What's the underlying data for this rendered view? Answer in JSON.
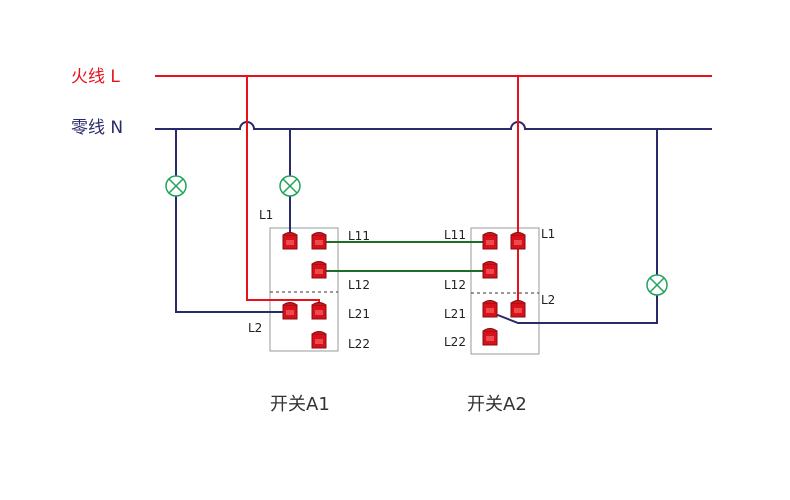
{
  "colors": {
    "live": "#e8111b",
    "neutral": "#2a2a6a",
    "link": "#1e6b2a",
    "lamp": "#1fa35a",
    "terminal": "#d6111a",
    "box": "#9a9a9a",
    "text": "#222222"
  },
  "lines": {
    "live_label": "火线 L",
    "neutral_label": "零线 N"
  },
  "switch_a1": {
    "title": "开关A1",
    "l1": "L1",
    "l11": "L11",
    "l12": "L12",
    "l2": "L2",
    "l21": "L21",
    "l22": "L22"
  },
  "switch_a2": {
    "title": "开关A2",
    "l1": "L1",
    "l11": "L11",
    "l12": "L12",
    "l2": "L2",
    "l21": "L21",
    "l22": "L22"
  },
  "icons": {
    "lamp": "lamp-icon",
    "terminal": "screw-terminal-icon",
    "crossover": "wire-crossover-hop"
  }
}
